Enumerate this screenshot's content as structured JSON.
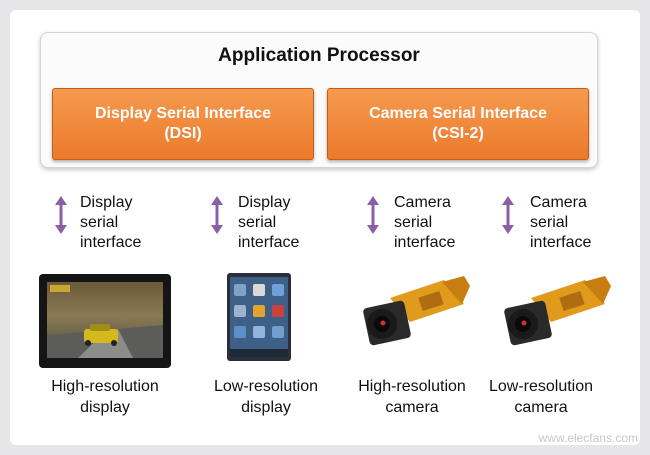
{
  "processor": {
    "title": "Application Processor",
    "dsi": {
      "line1": "Display Serial Interface",
      "line2": "(DSI)"
    },
    "csi": {
      "line1": "Camera Serial Interface",
      "line2": "(CSI-2)"
    }
  },
  "connections": [
    {
      "line1": "Display",
      "line2": "serial",
      "line3": "interface"
    },
    {
      "line1": "Display",
      "line2": "serial",
      "line3": "interface"
    },
    {
      "line1": "Camera",
      "line2": "serial",
      "line3": "interface"
    },
    {
      "line1": "Camera",
      "line2": "serial",
      "line3": "interface"
    }
  ],
  "devices": [
    {
      "line1": "High-resolution",
      "line2": "display",
      "icon": "tablet-icon"
    },
    {
      "line1": "Low-resolution",
      "line2": "display",
      "icon": "phone-icon"
    },
    {
      "line1": "High-resolution",
      "line2": "camera",
      "icon": "camera-module-icon"
    },
    {
      "line1": "Low-resolution",
      "line2": "camera",
      "icon": "camera-module-icon"
    }
  ],
  "watermark": "www.elecfans.com",
  "colors": {
    "accent_orange": "#ec7a2c",
    "arrow_purple": "#8b5fa6"
  }
}
